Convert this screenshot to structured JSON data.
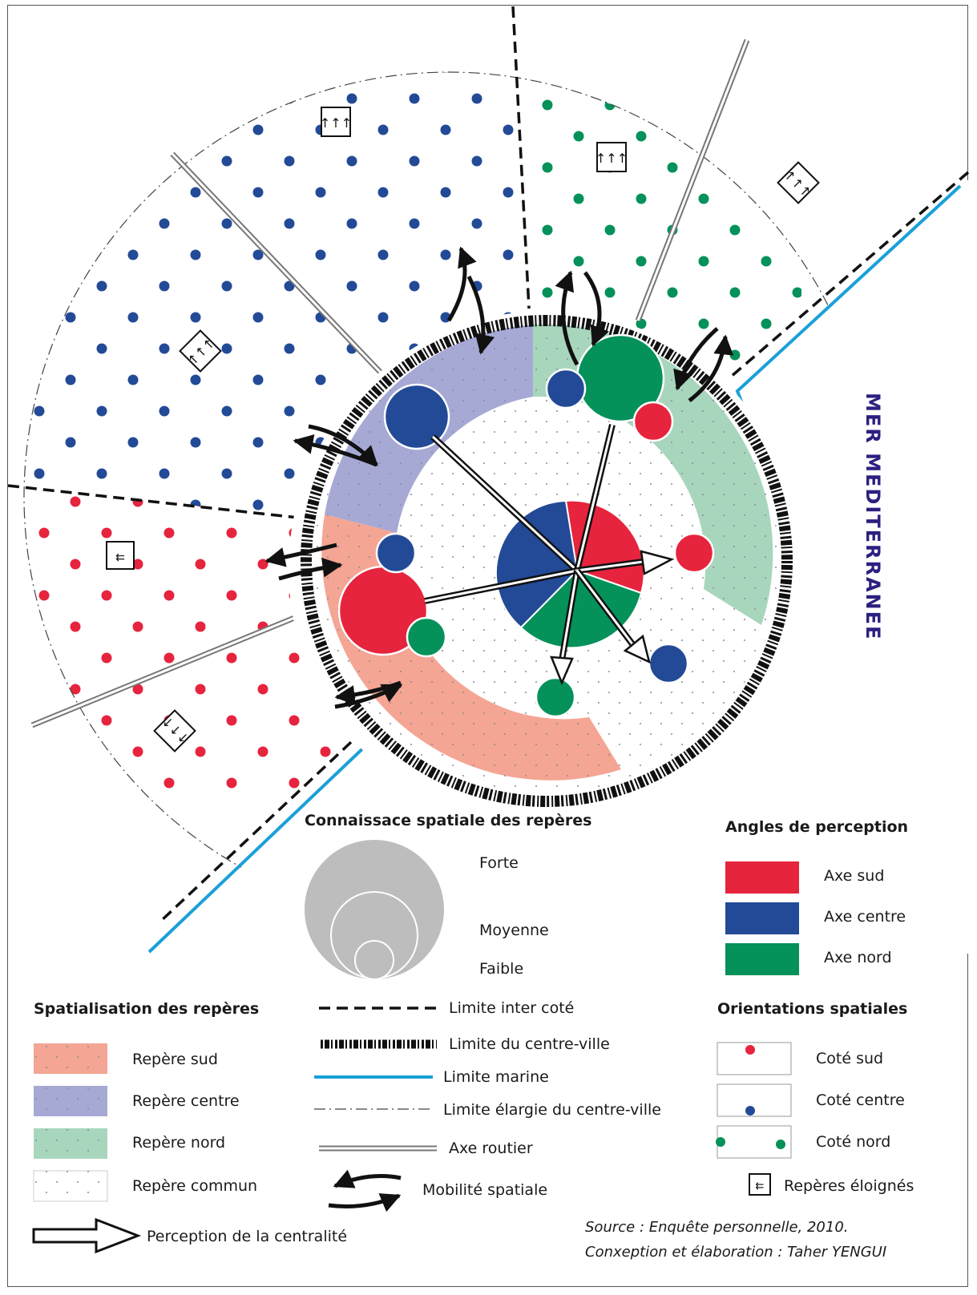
{
  "map": {
    "sea_label": "MER MEDITERRANEE"
  },
  "colors": {
    "sud": "#e6243d",
    "centre": "#234a96",
    "nord": "#05915a",
    "ring_sud": "#f4a593",
    "ring_centre": "#a6a9d4",
    "ring_nord": "#a8d6bd",
    "marine": "#1aa0d8",
    "legend_grey": "#bdbdbd",
    "sea_label": "#2b2080"
  },
  "legend_size": {
    "title": "Connaissace spatiale des repères",
    "items": [
      "Forte",
      "Moyenne",
      "Faible"
    ]
  },
  "legend_angles": {
    "title": "Angles de perception",
    "items": [
      "Axe sud",
      "Axe centre",
      "Axe nord"
    ]
  },
  "legend_spatial": {
    "title": "Spatialisation des repères",
    "items": [
      "Repère sud",
      "Repère centre",
      "Repère nord",
      "Repère commun"
    ]
  },
  "legend_lines": {
    "items": [
      "Limite inter coté",
      "Limite du centre-ville",
      "Limite marine",
      "Limite élargie du centre-ville",
      "Axe routier",
      "Mobilité spatiale"
    ]
  },
  "legend_orient": {
    "title": "Orientations spatiales",
    "items": [
      "Coté sud",
      "Coté centre",
      "Coté nord"
    ]
  },
  "legend_far": {
    "label": "Repères éloignés"
  },
  "legend_perception": {
    "label": "Perception de la centralité"
  },
  "source": {
    "line1": "Source : Enquête personnelle, 2010.",
    "line2": "Conxeption et élaboration : Taher YENGUI"
  }
}
